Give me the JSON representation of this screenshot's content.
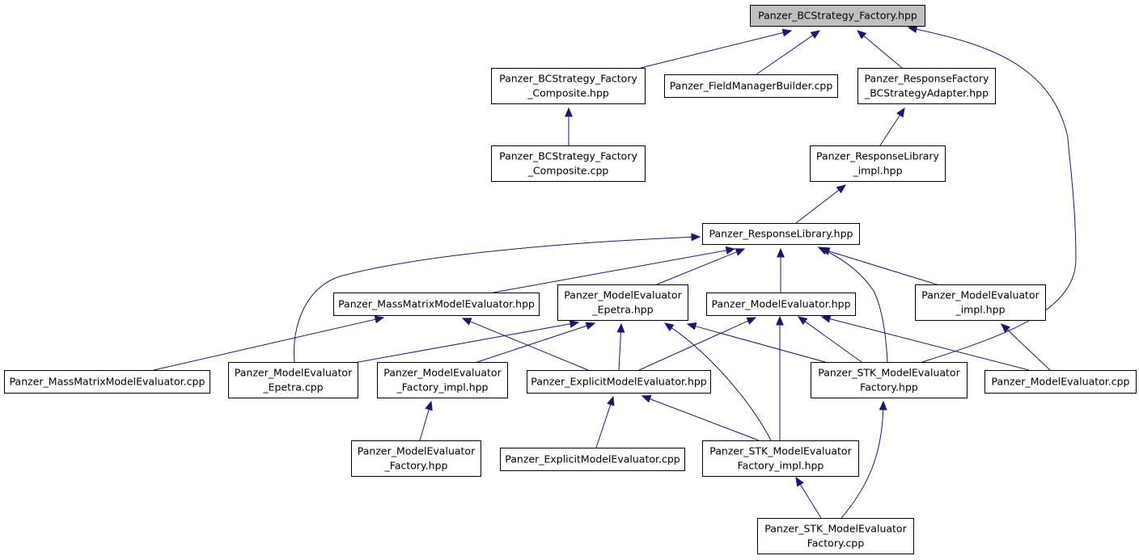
{
  "colors": {
    "edge": "#191970",
    "node_border": "#000000",
    "node_fill": "#ffffff",
    "focus_fill": "#bfbfbf"
  },
  "nodes": {
    "root": {
      "lines": [
        "Panzer_BCStrategy_Factory.hpp"
      ],
      "focus": true
    },
    "comp_hpp": {
      "lines": [
        "Panzer_BCStrategy_Factory",
        "_Composite.hpp"
      ]
    },
    "fmb_cpp": {
      "lines": [
        "Panzer_FieldManagerBuilder.cpp"
      ]
    },
    "rf_adapter": {
      "lines": [
        "Panzer_ResponseFactory",
        "_BCStrategyAdapter.hpp"
      ]
    },
    "comp_cpp": {
      "lines": [
        "Panzer_BCStrategy_Factory",
        "_Composite.cpp"
      ]
    },
    "rl_impl": {
      "lines": [
        "Panzer_ResponseLibrary",
        "_impl.hpp"
      ]
    },
    "rl_hpp": {
      "lines": [
        "Panzer_ResponseLibrary.hpp"
      ]
    },
    "mm_hpp": {
      "lines": [
        "Panzer_MassMatrixModelEvaluator.hpp"
      ]
    },
    "me_epetra_hpp": {
      "lines": [
        "Panzer_ModelEvaluator",
        "_Epetra.hpp"
      ]
    },
    "me_hpp": {
      "lines": [
        "Panzer_ModelEvaluator.hpp"
      ]
    },
    "me_impl": {
      "lines": [
        "Panzer_ModelEvaluator",
        "_impl.hpp"
      ]
    },
    "mm_cpp": {
      "lines": [
        "Panzer_MassMatrixModelEvaluator.cpp"
      ]
    },
    "me_epetra_cpp": {
      "lines": [
        "Panzer_ModelEvaluator",
        "_Epetra.cpp"
      ]
    },
    "mef_impl": {
      "lines": [
        "Panzer_ModelEvaluator",
        "_Factory_impl.hpp"
      ]
    },
    "explicit_hpp": {
      "lines": [
        "Panzer_ExplicitModelEvaluator.hpp"
      ]
    },
    "stk_mef_hpp": {
      "lines": [
        "Panzer_STK_ModelEvaluator",
        "Factory.hpp"
      ]
    },
    "me_cpp": {
      "lines": [
        "Panzer_ModelEvaluator.cpp"
      ]
    },
    "mef_hpp": {
      "lines": [
        "Panzer_ModelEvaluator",
        "_Factory.hpp"
      ]
    },
    "explicit_cpp": {
      "lines": [
        "Panzer_ExplicitModelEvaluator.cpp"
      ]
    },
    "stk_mef_impl": {
      "lines": [
        "Panzer_STK_ModelEvaluator",
        "Factory_impl.hpp"
      ]
    },
    "stk_mef_cpp": {
      "lines": [
        "Panzer_STK_ModelEvaluator",
        "Factory.cpp"
      ]
    }
  },
  "edges": [
    [
      "comp_hpp",
      "root"
    ],
    [
      "fmb_cpp",
      "root"
    ],
    [
      "rf_adapter",
      "root"
    ],
    [
      "stk_mef_hpp",
      "root"
    ],
    [
      "comp_cpp",
      "comp_hpp"
    ],
    [
      "rl_impl",
      "rf_adapter"
    ],
    [
      "rl_hpp",
      "rl_impl"
    ],
    [
      "mm_hpp",
      "rl_hpp"
    ],
    [
      "me_epetra_hpp",
      "rl_hpp"
    ],
    [
      "me_hpp",
      "rl_hpp"
    ],
    [
      "me_impl",
      "rl_hpp"
    ],
    [
      "me_epetra_cpp",
      "rl_hpp"
    ],
    [
      "stk_mef_hpp",
      "rl_hpp"
    ],
    [
      "mm_cpp",
      "mm_hpp"
    ],
    [
      "explicit_hpp",
      "mm_hpp"
    ],
    [
      "me_epetra_cpp",
      "me_epetra_hpp"
    ],
    [
      "mef_impl",
      "me_epetra_hpp"
    ],
    [
      "explicit_hpp",
      "me_epetra_hpp"
    ],
    [
      "stk_mef_impl",
      "me_epetra_hpp"
    ],
    [
      "stk_mef_hpp",
      "me_epetra_hpp"
    ],
    [
      "explicit_hpp",
      "me_hpp"
    ],
    [
      "stk_mef_impl",
      "me_hpp"
    ],
    [
      "stk_mef_hpp",
      "me_hpp"
    ],
    [
      "me_cpp",
      "me_hpp"
    ],
    [
      "me_cpp",
      "me_impl"
    ],
    [
      "mef_hpp",
      "mef_impl"
    ],
    [
      "explicit_cpp",
      "explicit_hpp"
    ],
    [
      "stk_mef_impl",
      "explicit_hpp"
    ],
    [
      "stk_mef_cpp",
      "stk_mef_hpp"
    ],
    [
      "stk_mef_cpp",
      "stk_mef_impl"
    ]
  ]
}
